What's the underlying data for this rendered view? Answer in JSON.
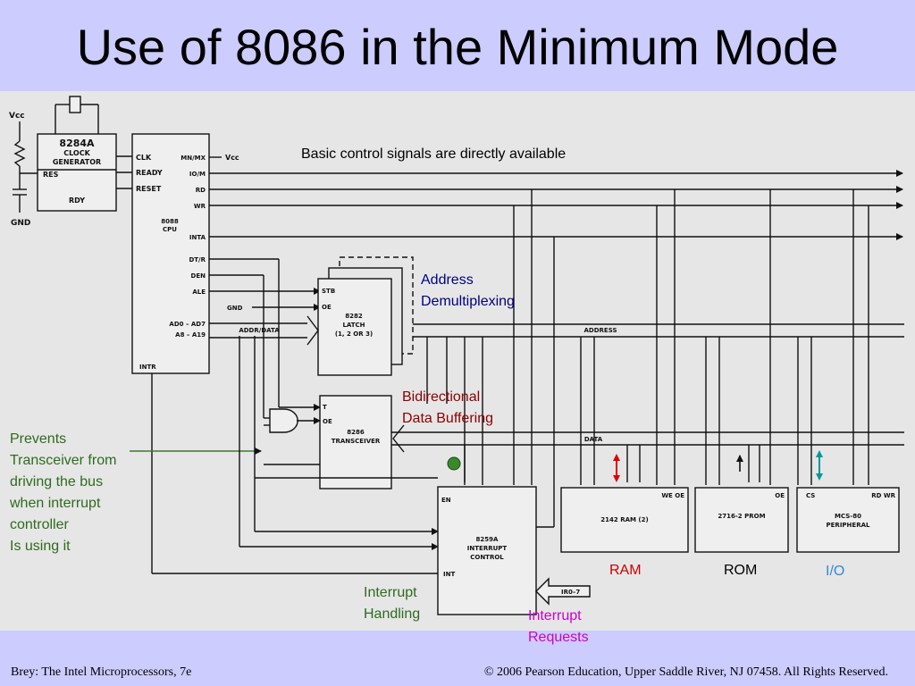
{
  "title": "Use of 8086 in the Minimum Mode",
  "footer": {
    "left": "Brey: The Intel Microprocessors, 7e",
    "right": "© 2006 Pearson Education, Upper Saddle River, NJ 07458. All Rights Reserved."
  },
  "annotations": {
    "basic_control": "Basic control signals are directly available",
    "address_1": "Address",
    "address_2": "Demultiplexing",
    "bidir_1": "Bidirectional",
    "bidir_2": "Data Buffering",
    "prevents": [
      "Prevents",
      "Transceiver from",
      "driving the bus",
      "when interrupt",
      "controller",
      "Is using it"
    ],
    "interrupt_handling": [
      "Interrupt",
      "Handling"
    ],
    "interrupt_requests": [
      "Interrupt",
      "Requests"
    ],
    "ram": "RAM",
    "rom": "ROM",
    "io": "I/O"
  },
  "colors": {
    "background": "#ccccff",
    "panel": "#e6e6e6",
    "address_text": "#000080",
    "bidir_text": "#8b0000",
    "green_text": "#2e6b1e",
    "requests_text": "#cc00cc",
    "ram_text": "#cc0000",
    "io_text": "#2e8bd8",
    "ram_arrow": "#e00000",
    "io_arrow": "#009999",
    "junction_dot": "#3a8a2a"
  },
  "diagram": {
    "vcc": "Vcc",
    "gnd": "GND",
    "clock": {
      "l1": "8284A",
      "l2": "CLOCK",
      "l3": "GENERATOR",
      "res": "RES",
      "rdy": "RDY"
    },
    "cpu": {
      "clk": "CLK",
      "ready": "READY",
      "reset": "RESET",
      "name1": "8088",
      "name2": "CPU",
      "mnmx": "MN/MX",
      "vcc": "Vcc",
      "iom": "IO/M",
      "rd": "RD",
      "wr": "WR",
      "inta": "INTA",
      "dtr": "DT/R",
      "den": "DEN",
      "ale": "ALE",
      "ad": "AD0 – AD7",
      "a": "A8 – A19",
      "intr": "INTR"
    },
    "latch": {
      "stb": "STB",
      "oe": "OE",
      "l1": "8282",
      "l2": "LATCH",
      "l3": "(1, 2 OR 3)",
      "gnd": "GND"
    },
    "addr_data": "ADDR/DATA",
    "transceiver": {
      "t": "T",
      "oe": "OE",
      "l1": "8286",
      "l2": "TRANSCEIVER"
    },
    "pic": {
      "en": "EN",
      "l1": "8259A",
      "l2": "INTERRUPT",
      "l3": "CONTROL",
      "int": "INT",
      "ir": "IR0–7"
    },
    "address_bus": "ADDRESS",
    "data_bus": "DATA",
    "ram": {
      "pins": "WE  OE",
      "name": "2142 RAM (2)"
    },
    "rom": {
      "pins": "OE",
      "name": "2716-2 PROM"
    },
    "periph": {
      "pins1": "CS",
      "pins2": "RD  WR",
      "name1": "MCS-80",
      "name2": "PERIPHERAL"
    }
  }
}
